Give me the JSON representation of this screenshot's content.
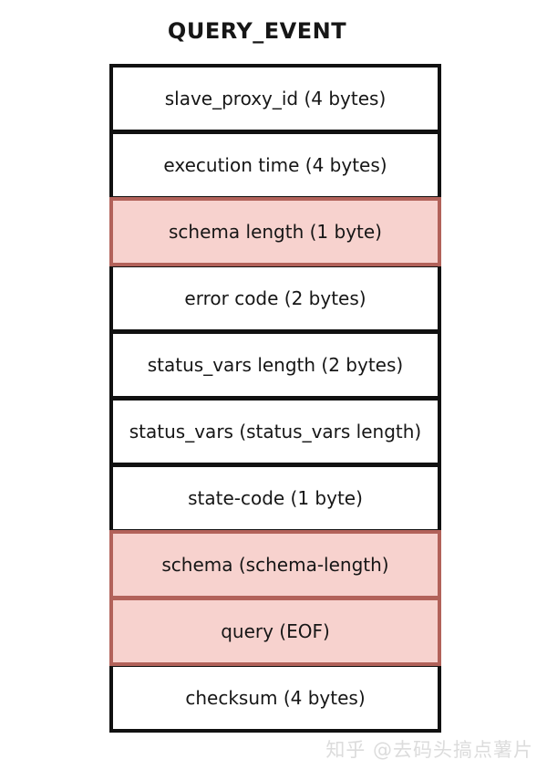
{
  "page": {
    "title": "QUERY_EVENT"
  },
  "event_layout": {
    "rows": [
      {
        "label": "slave_proxy_id (4 bytes)",
        "highlight": false
      },
      {
        "label": "execution time (4 bytes)",
        "highlight": false
      },
      {
        "label": "schema length (1 byte)",
        "highlight": true
      },
      {
        "label": "error code (2 bytes)",
        "highlight": false
      },
      {
        "label": "status_vars length (2 bytes)",
        "highlight": false
      },
      {
        "label": "status_vars (status_vars length)",
        "highlight": false
      },
      {
        "label": "state-code (1 byte)",
        "highlight": false
      },
      {
        "label": "schema (schema-length)",
        "highlight": true
      },
      {
        "label": "query (EOF)",
        "highlight": true
      },
      {
        "label": "checksum (4 bytes)",
        "highlight": false
      }
    ]
  },
  "colors": {
    "default_fill": "#ffffff",
    "default_border": "#111111",
    "highlight_fill": "#f7d2ce",
    "highlight_border": "#b2625a",
    "watermark_text": "#dcdcdc"
  },
  "watermark": {
    "text": "知乎 @去码头搞点薯片"
  }
}
